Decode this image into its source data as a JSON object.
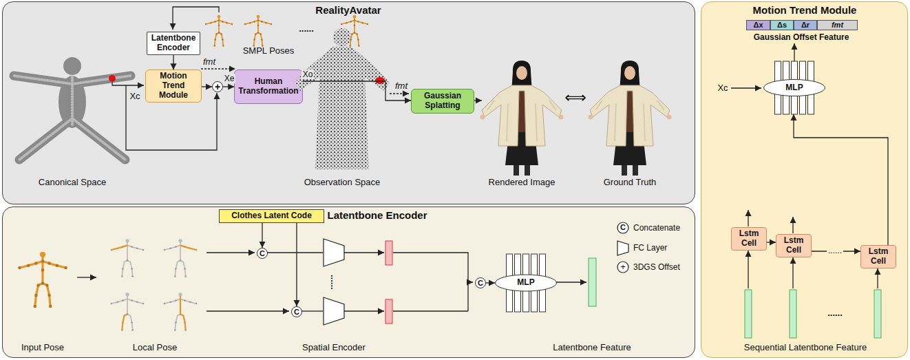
{
  "diagram": {
    "nodes": [
      {
        "text": [
          "RealityAvatar"
        ]
      },
      {
        "text": [
          "Latentbone Encoder"
        ],
        "in": 0
      },
      {
        "text": [
          "Motion Trend Module"
        ],
        "in": 0
      },
      {
        "text": [
          "+"
        ],
        "in": 0
      },
      {
        "text": [
          "Human Transformation"
        ],
        "in": 0
      },
      {
        "text": [
          "Gaussian Splatting"
        ],
        "in": 0
      },
      {
        "text": [
          "Latentbone Encoder"
        ]
      },
      {
        "text": [
          "Clothes Latent Code"
        ],
        "in": 6
      },
      {
        "text": [
          "C"
        ],
        "in": 6
      },
      {
        "text": [
          "C"
        ],
        "in": 6
      },
      {
        "text": [
          "C"
        ],
        "in": 6
      },
      {
        "text": [
          "MLP"
        ],
        "in": 6
      },
      {
        "text": [
          "Motion Trend Module"
        ]
      },
      {
        "text": [
          "Gaussian Offset Feature"
        ],
        "in": 12
      },
      {
        "text": [
          "Δx"
        ],
        "in": 13
      },
      {
        "text": [
          "Δs"
        ],
        "in": 13
      },
      {
        "text": [
          "Δr"
        ],
        "in": 13
      },
      {
        "text": [
          "fmt"
        ],
        "in": 13
      },
      {
        "text": [
          "MLP"
        ],
        "in": 12
      },
      {
        "text": [
          "Lstm Cell"
        ],
        "in": 12
      },
      {
        "text": [
          "Lstm Cell"
        ],
        "in": 12
      },
      {
        "text": [
          "Lstm Cell"
        ],
        "in": 12
      }
    ],
    "edges": [
      {
        "from": 1,
        "to": 2,
        "arrow": "to"
      },
      {
        "from": 2,
        "to": 3,
        "arrow": "to"
      },
      {
        "from": 3,
        "to": 4,
        "label": "Xe",
        "arrow": "to"
      },
      {
        "from": 4,
        "to": 5,
        "label": "Xo",
        "arrow": "to"
      },
      {
        "from": 7,
        "to": 8,
        "arrow": "to"
      },
      {
        "from": 7,
        "to": 9,
        "arrow": "to"
      },
      {
        "from": 10,
        "to": 11,
        "arrow": "to"
      },
      {
        "from": 18,
        "to": 13,
        "arrow": "to"
      },
      {
        "from": 19,
        "to": 20,
        "arrow": "to"
      },
      {
        "from": 20,
        "to": 21,
        "label": "......",
        "arrow": "to"
      },
      {
        "from": 21,
        "to": 18,
        "arrow": "to"
      }
    ],
    "labels": [
      "SMPL Poses",
      "......",
      "Canonical Space",
      "Observation Space",
      "Rendered Image",
      "Ground Truth",
      "Xc",
      "fmt",
      "fmt",
      "⟺",
      "C",
      "+",
      "Input Pose",
      "Local Pose",
      "......",
      "Spatial Encoder",
      "Latentbone Feature",
      "Xc",
      "......",
      "Sequential Latentbone Feature"
    ],
    "legend": [
      {
        "text": "Concatenate"
      },
      {
        "text": "FC Layer"
      },
      {
        "text": "3DGS Offset"
      }
    ]
  }
}
